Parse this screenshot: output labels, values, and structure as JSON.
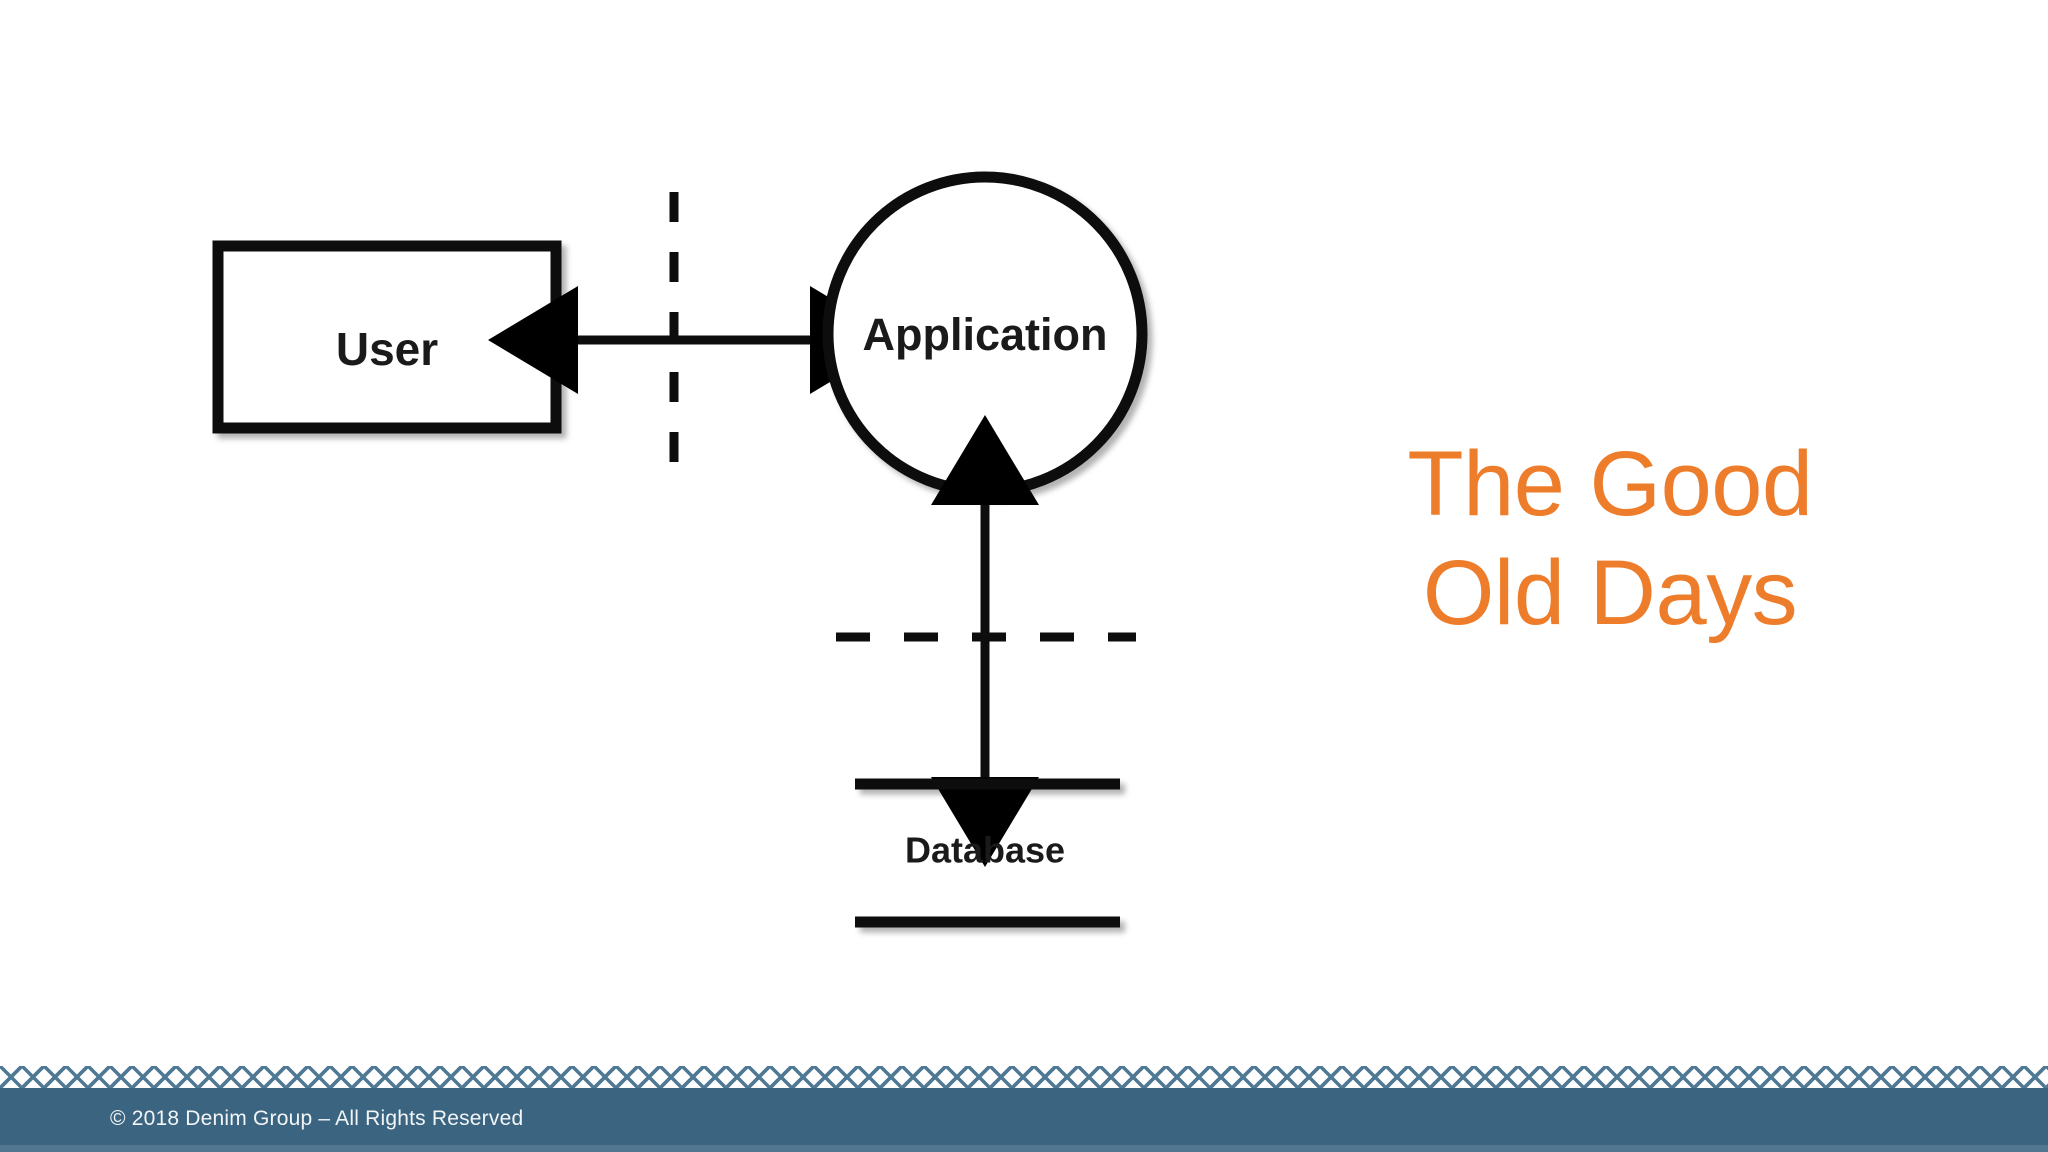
{
  "slide": {
    "title": "The Good\nOld Days",
    "title_color": "#ED7D2B",
    "background_color": "#FFFFFF"
  },
  "diagram": {
    "type": "architecture-diagram",
    "nodes": [
      {
        "id": "user",
        "label": "User",
        "shape": "rectangle"
      },
      {
        "id": "application",
        "label": "Application",
        "shape": "circle"
      },
      {
        "id": "database",
        "label": "Database",
        "shape": "cylinder-lines"
      }
    ],
    "connectors": [
      {
        "from": "user",
        "to": "application",
        "style": "double-arrow",
        "orientation": "horizontal"
      },
      {
        "from": "application",
        "to": "database",
        "style": "double-arrow",
        "orientation": "vertical"
      }
    ],
    "boundaries": [
      {
        "id": "user-app-trust-boundary",
        "orientation": "vertical",
        "style": "dashed"
      },
      {
        "id": "app-db-trust-boundary",
        "orientation": "horizontal",
        "style": "dashed"
      }
    ],
    "stroke_color": "#000000"
  },
  "footer": {
    "copyright": "© 2018 Denim Group – All Rights Reserved",
    "bar_color": "#3A6480",
    "text_color": "#F2F5F7",
    "pattern_color": "#4E7894"
  }
}
